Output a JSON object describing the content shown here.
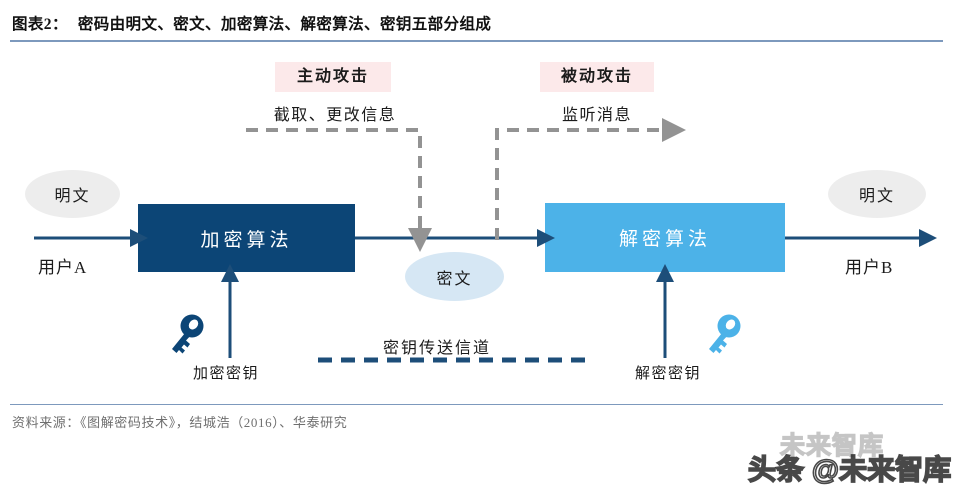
{
  "header": {
    "figure_number": "图表2：",
    "title": "密码由明文、密文、加密算法、解密算法、密钥五部分组成"
  },
  "footer": {
    "source": "资料来源：《图解密码技术》，结城浩（2016）、华泰研究"
  },
  "watermark": {
    "back_text": "未来智库",
    "front_text": "头条 @未来智库"
  },
  "diagram": {
    "attacks": [
      {
        "tag": "主动攻击",
        "description": "截取、更改信息",
        "tag_color": "#fce9ea",
        "arrow_color": "#939393"
      },
      {
        "tag": "被动攻击",
        "description": "监听消息",
        "tag_color": "#fce9ea",
        "arrow_color": "#939393"
      }
    ],
    "nodes": {
      "plaintext_left": "明文",
      "plaintext_right": "明文",
      "ciphertext": "密文",
      "encrypt_box": "加密算法",
      "decrypt_box": "解密算法"
    },
    "users": {
      "sender": "用户A",
      "receiver": "用户B"
    },
    "keys": {
      "encrypt_key": "加密密钥",
      "decrypt_key": "解密密钥",
      "channel": "密钥传送信道"
    },
    "colors": {
      "dark_navy": "#0c4576",
      "light_blue": "#4cb2e8",
      "gray_ellipse": "#ededed",
      "blue_ellipse": "#d6e7f4",
      "pink_tag": "#fce9ea",
      "rule": "#7d99bd",
      "dashed_gray": "#939393"
    }
  }
}
